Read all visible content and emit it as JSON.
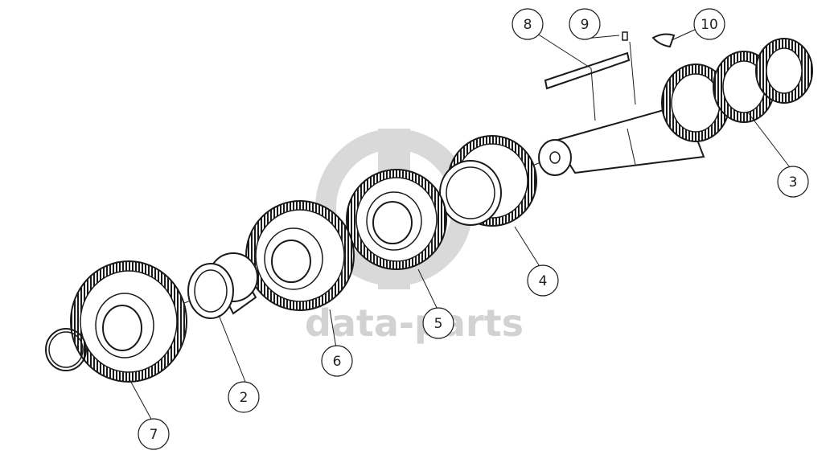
{
  "watermark": {
    "text": "data-parts"
  },
  "callouts": [
    {
      "id": "1",
      "label": "2"
    },
    {
      "id": "2",
      "label": "3"
    },
    {
      "id": "3",
      "label": "4"
    },
    {
      "id": "4",
      "label": "5"
    },
    {
      "id": "5",
      "label": "6"
    },
    {
      "id": "6",
      "label": "7"
    },
    {
      "id": "7",
      "label": "8"
    },
    {
      "id": "8",
      "label": "9"
    },
    {
      "id": "9",
      "label": "10"
    }
  ],
  "colors": {
    "line": "#1a1a1a",
    "watermark": "#d2d2d2",
    "background": "#ffffff"
  }
}
